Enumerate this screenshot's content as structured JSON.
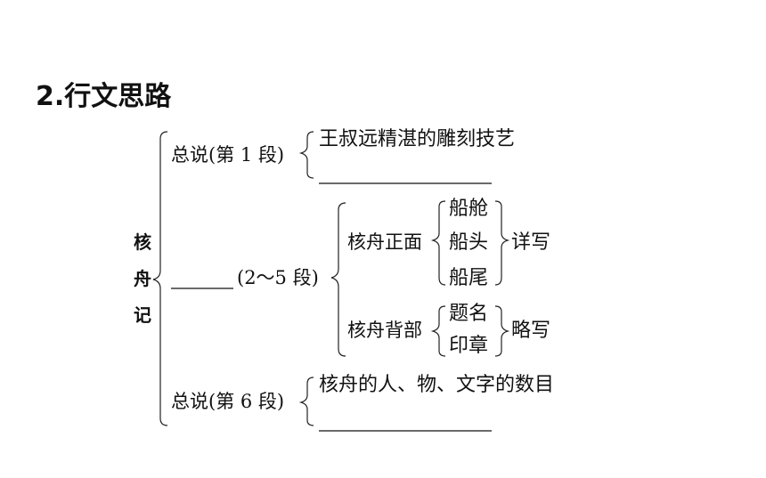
{
  "heading": "2.行文思路",
  "root": {
    "chars": [
      "核",
      "舟",
      "记"
    ]
  },
  "top": {
    "label": "总说(第 1 段)",
    "items": [
      "王叔远精湛的雕刻技艺"
    ]
  },
  "middle": {
    "label": "(2～5 段)",
    "front": {
      "label": "核舟正面",
      "items": [
        "船舱",
        "船头",
        "船尾"
      ],
      "result": "详写"
    },
    "back": {
      "label": "核舟背部",
      "items": [
        "题名",
        "印章"
      ],
      "result": "略写"
    }
  },
  "bottom": {
    "label": "总说(第 6 段)",
    "items": [
      "核舟的人、物、文字的数目"
    ]
  }
}
